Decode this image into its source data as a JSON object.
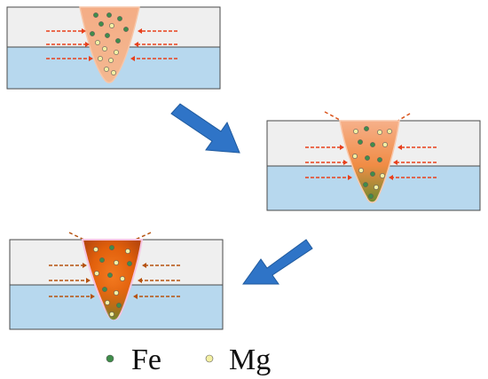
{
  "colors": {
    "top_layer": "#efefef",
    "bottom_layer": "#b7d8ee",
    "frame": "#4a4a4a",
    "arrow_big": "#2f74c7",
    "arrow_small_stage1": "#e8401c",
    "arrow_small_stage3": "#b5520f",
    "weld_light": "#f4ad86",
    "weld_mid": "#f07e2e",
    "weld_dark": "#e25b0a",
    "weld_tip": "#6f8a2d",
    "fe_dot": "#3f8d4a",
    "mg_dot": "#f4f0a3"
  },
  "stages": [
    {
      "id": "stage-1",
      "weld_icon": "weld-pool-light",
      "arrow_color": "arrow_small_stage1"
    },
    {
      "id": "stage-2",
      "weld_icon": "weld-pool-mixed",
      "arrow_color": "arrow_small_stage1"
    },
    {
      "id": "stage-3",
      "weld_icon": "weld-pool-dark",
      "arrow_color": "arrow_small_stage3"
    }
  ],
  "legend": {
    "fe_label": "Fe",
    "mg_label": "Mg"
  }
}
